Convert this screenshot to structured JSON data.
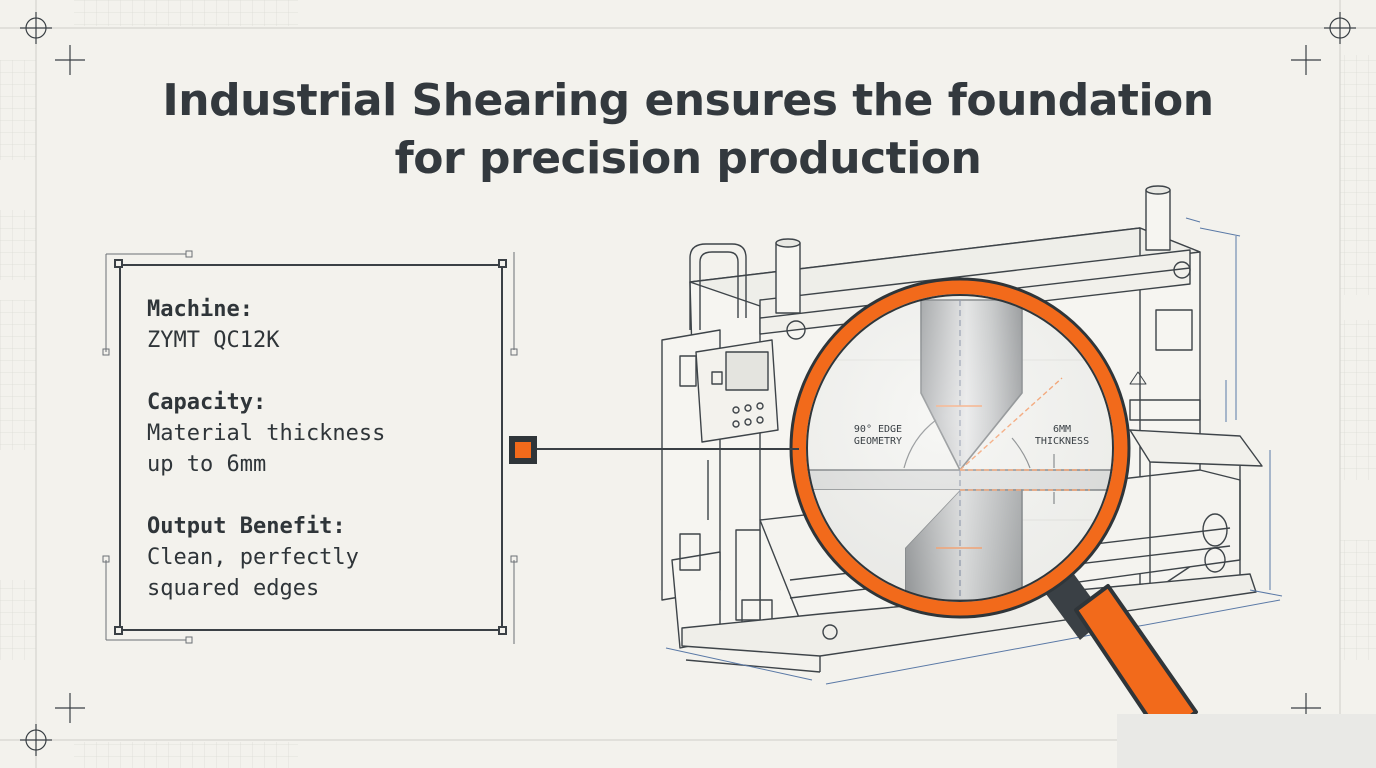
{
  "title": {
    "line1": "Industrial Shearing ensures the foundation",
    "line2": "for precision production"
  },
  "specs": [
    {
      "label": "Machine:",
      "lines": [
        "ZYMT QC12K"
      ]
    },
    {
      "label": "Capacity:",
      "lines": [
        "Material thickness",
        "up to 6mm"
      ]
    },
    {
      "label": "Output Benefit:",
      "lines": [
        "Clean, perfectly",
        "squared edges"
      ]
    }
  ],
  "magnifier": {
    "edge_label": [
      "90° EDGE",
      "GEOMETRY"
    ],
    "thickness_label": [
      "6MM",
      "THICKNESS"
    ]
  },
  "colors": {
    "background": "#f3f2ed",
    "ink": "#3a4045",
    "accent": "#f26a1b",
    "steel": "#8f9396"
  }
}
